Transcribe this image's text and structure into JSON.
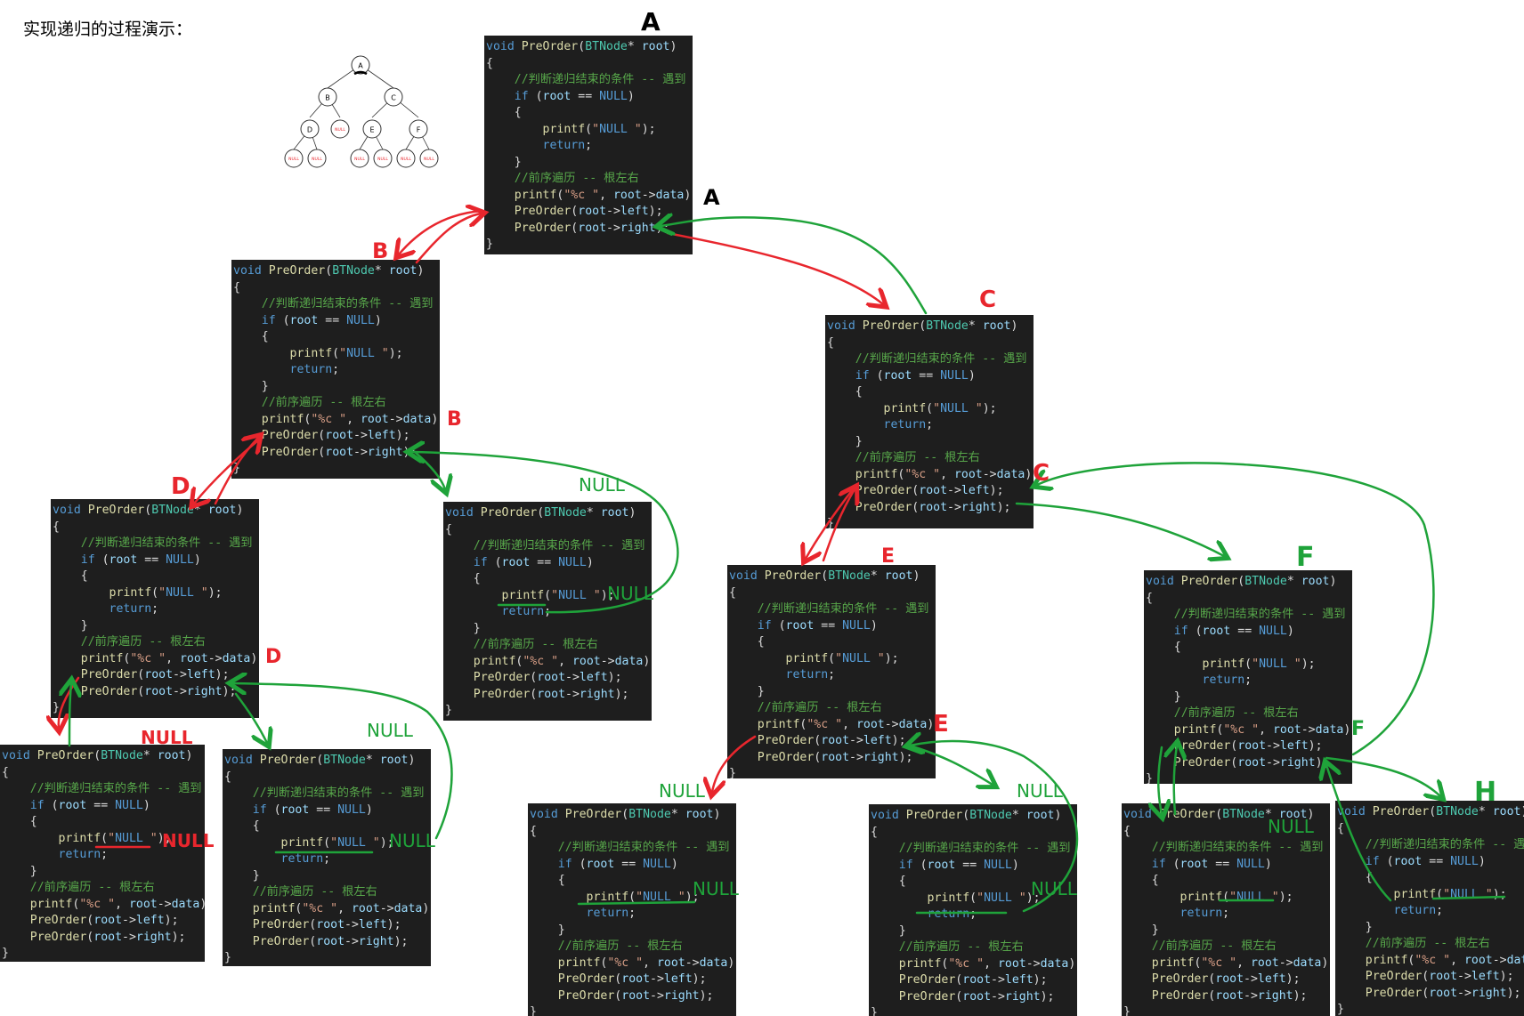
{
  "title": "实现递归的过程演示：",
  "code_lines": [
    "void PreOrder(BTNode* root)",
    "{",
    "    //判断递归结束的条件 -- 遇到",
    "    if (root == NULL)",
    "    {",
    "        printf(\"NULL \");",
    "        return;",
    "    }",
    "    //前序遍历 -- 根左右",
    "    printf(\"%c \", root->data);",
    "    PreOrder(root->left);",
    "    PreOrder(root->right);",
    "}"
  ],
  "tree": {
    "nodes": [
      "A",
      "B",
      "C",
      "D",
      "NULL",
      "E",
      "F",
      "NULL",
      "NULL",
      "NULL",
      "NULL",
      "NULL",
      "NULL"
    ]
  },
  "annotations": {
    "A_top": "A",
    "A_right": "A",
    "B_top": "B",
    "B_right": "B",
    "C_top": "C",
    "C_right": "C",
    "D_top": "D",
    "D_right": "D",
    "E_top": "E",
    "E_right": "E",
    "F_top": "F",
    "F_right": "F",
    "H_top": "H",
    "null": "NULL"
  },
  "colors": {
    "call_arrow": "#e8262d",
    "return_arrow": "#1fa33a",
    "code_bg": "#1e1e1e"
  }
}
